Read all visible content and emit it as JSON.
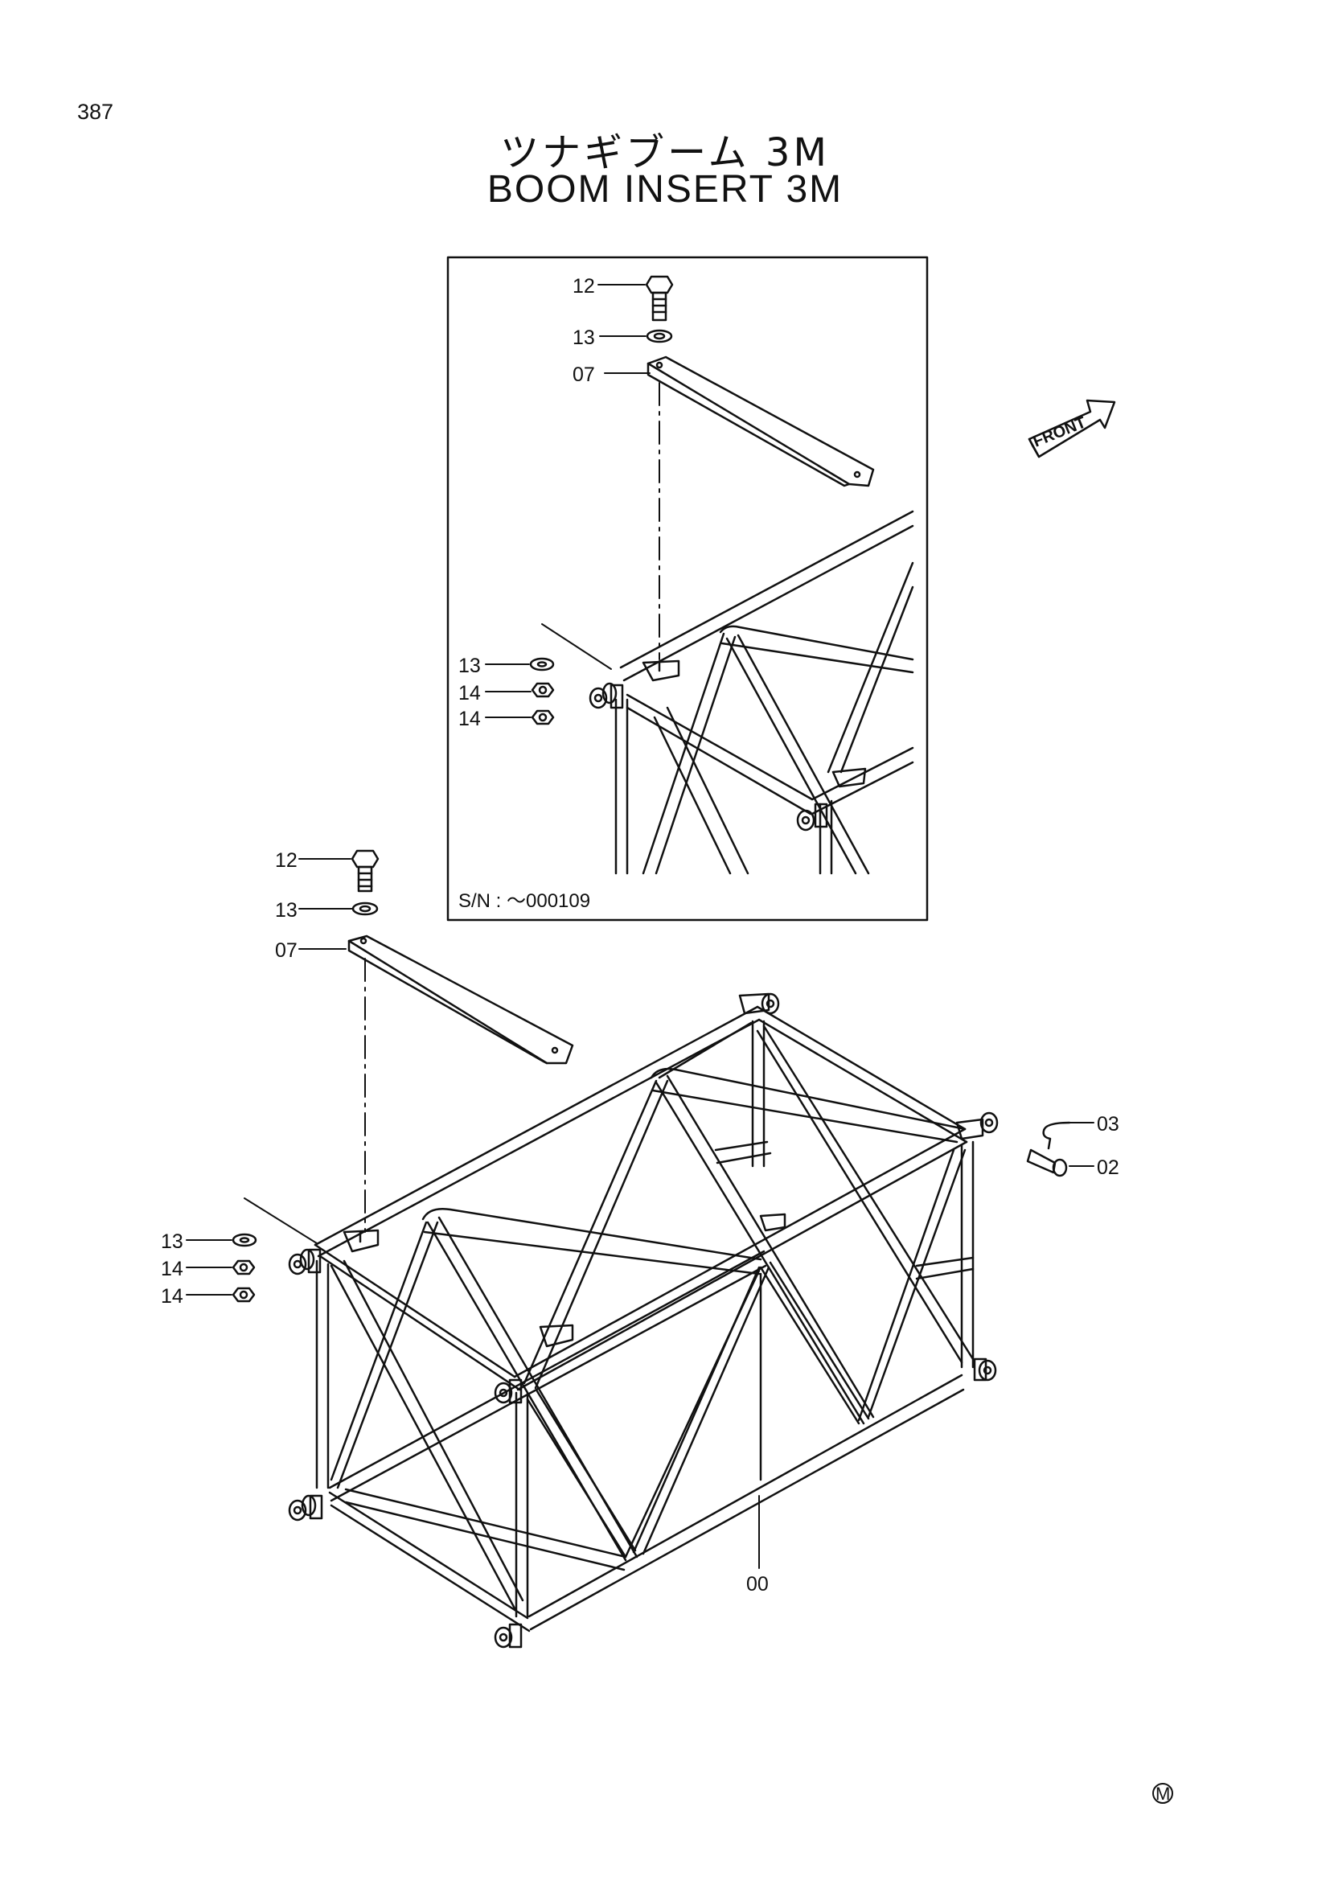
{
  "page_number": "387",
  "title_jp": "ツナギブーム 3M",
  "title_en": "BOOM  INSERT  3M",
  "inset": {
    "serial_note": "S/N : ～000109",
    "callouts": {
      "bolt": "12",
      "washer_top": "13",
      "strap": "07",
      "washer_bottom": "13",
      "nut_1": "14",
      "nut_2": "14"
    }
  },
  "main": {
    "callouts": {
      "bolt": "12",
      "washer_top": "13",
      "strap": "07",
      "washer_bottom": "13",
      "nut_1": "14",
      "nut_2": "14",
      "snap_pin": "03",
      "pin": "02",
      "boom_insert": "00"
    }
  },
  "front_arrow_label": "FRONT",
  "corner_mark": "M",
  "colors": {
    "line": "#111111",
    "background": "#ffffff"
  }
}
